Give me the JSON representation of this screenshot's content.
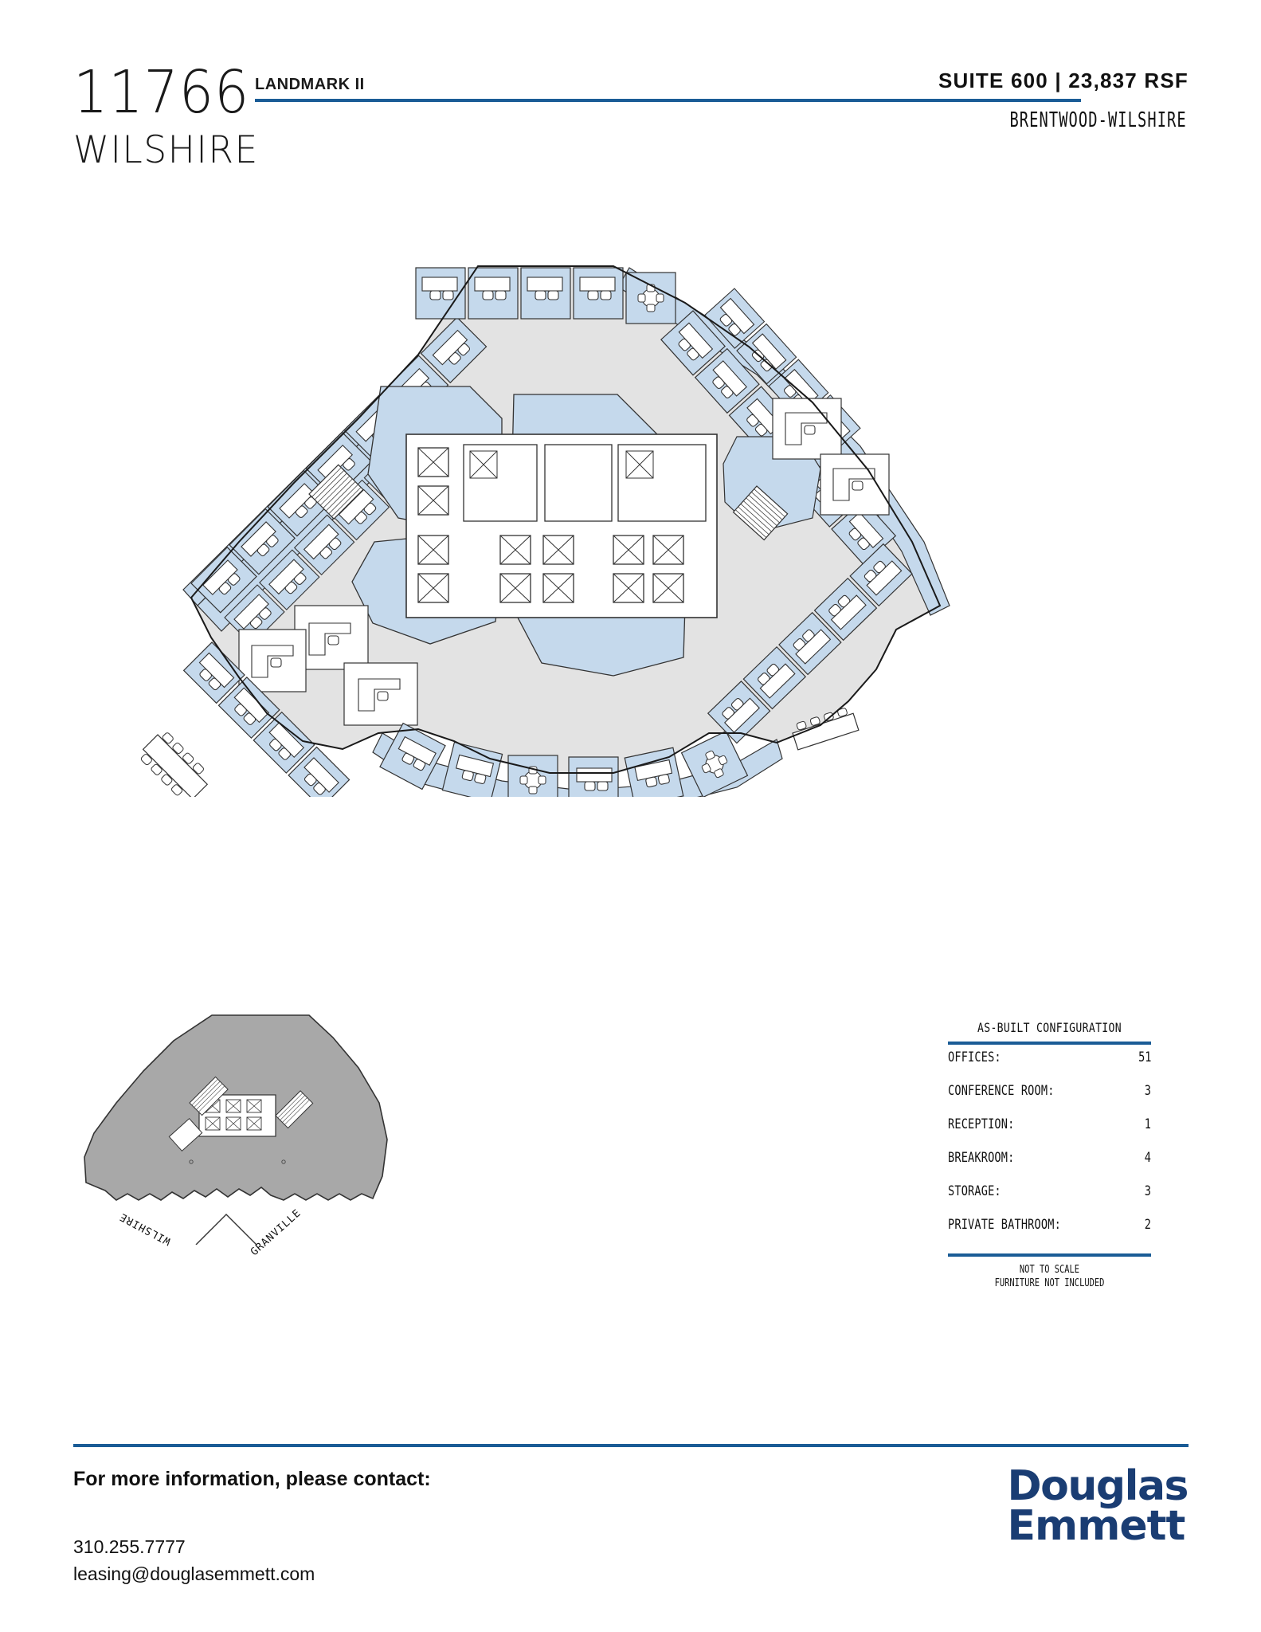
{
  "header": {
    "building_number": "11766",
    "building_street": "WILSHIRE",
    "landmark": "LANDMARK II",
    "suite_line": "SUITE 600 | 23,837 RSF",
    "submarket": "BRENTWOOD-WILSHIRE",
    "accent_color": "#1a5c96"
  },
  "floorplan": {
    "office_fill": "#c5d9ec",
    "corridor_fill": "#e3e3e3",
    "furniture_fill": "#ffffff",
    "wall_stroke": "#333333"
  },
  "keyplan": {
    "floor_fill": "#a8a8a8",
    "streets": [
      {
        "name": "WILSHIRE"
      },
      {
        "name": "GRANVILLE"
      }
    ]
  },
  "config": {
    "title": "AS-BUILT CONFIGURATION",
    "rows": [
      {
        "label": "OFFICES:",
        "value": "51"
      },
      {
        "label": "CONFERENCE ROOM:",
        "value": "3"
      },
      {
        "label": "RECEPTION:",
        "value": "1"
      },
      {
        "label": "BREAKROOM:",
        "value": "4"
      },
      {
        "label": "STORAGE:",
        "value": "3"
      },
      {
        "label": "PRIVATE BATHROOM:",
        "value": "2"
      }
    ],
    "note_line1": "NOT TO SCALE",
    "note_line2": "FURNITURE NOT INCLUDED"
  },
  "footer": {
    "contact_heading": "For more information, please contact:",
    "phone": "310.255.7777",
    "email": "leasing@douglasemmett.com",
    "logo_line1": "Douglas",
    "logo_line2": "Emmett",
    "logo_color": "#1a3d73"
  }
}
